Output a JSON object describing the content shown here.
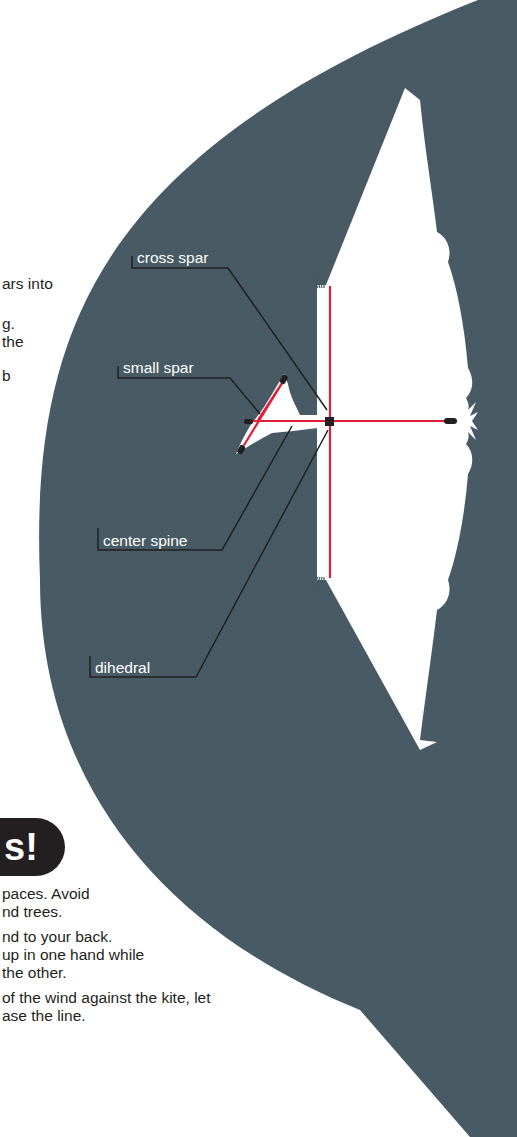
{
  "diagram": {
    "labels": [
      "ars into",
      "g.",
      "the",
      "b",
      "cross spar",
      "small spar",
      "center spine",
      "dihedral",
      "s!",
      "paces. Avoid",
      "nd trees.",
      "nd to your back.",
      "up in one hand while",
      "the other.",
      "of the wind against the kite, let",
      "ase the line."
    ]
  }
}
